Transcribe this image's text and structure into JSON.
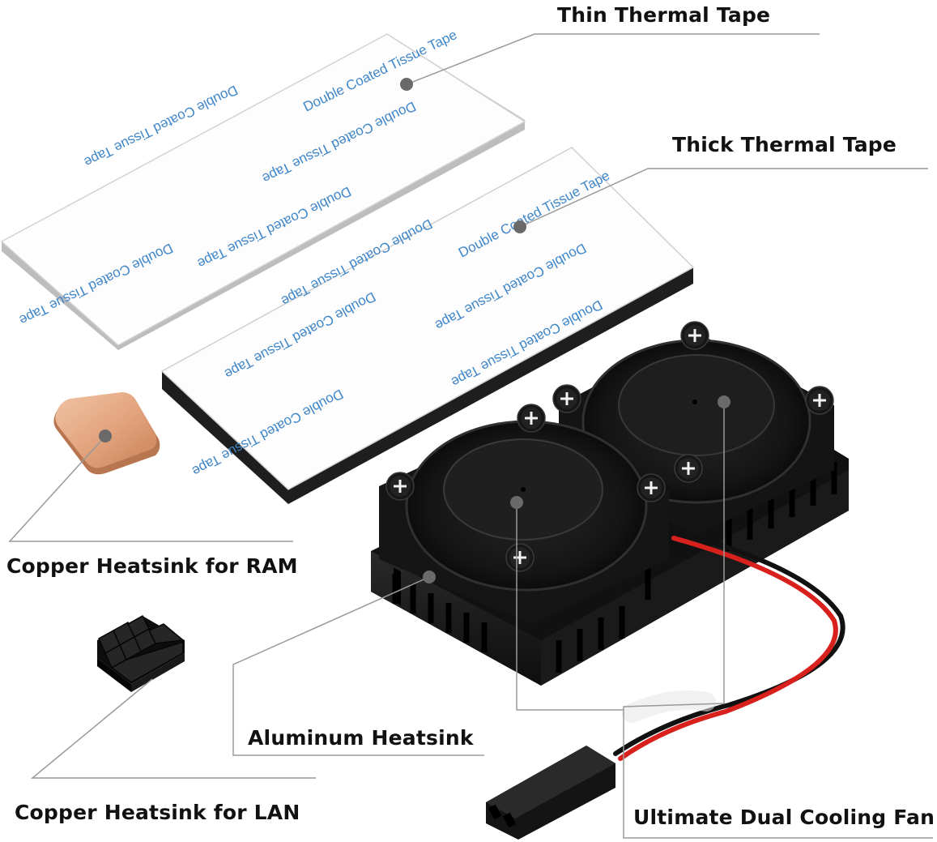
{
  "labels": {
    "thin_tape": "Thin Thermal Tape",
    "thick_tape": "Thick Thermal Tape",
    "copper_ram": "Copper Heatsink for RAM",
    "aluminum": "Aluminum Heatsink",
    "copper_lan": "Copper Heatsink for LAN",
    "dual_fan": "Ultimate Dual Cooling Fan"
  },
  "tape_print": "Double Coated Tissue Tape",
  "colors": {
    "tape_text": "#3f86c9",
    "copper": "#e0a37c",
    "fan_body": "#1c1c1c",
    "wire_red": "#d8201c",
    "leader_line": "#9a9a9a"
  }
}
